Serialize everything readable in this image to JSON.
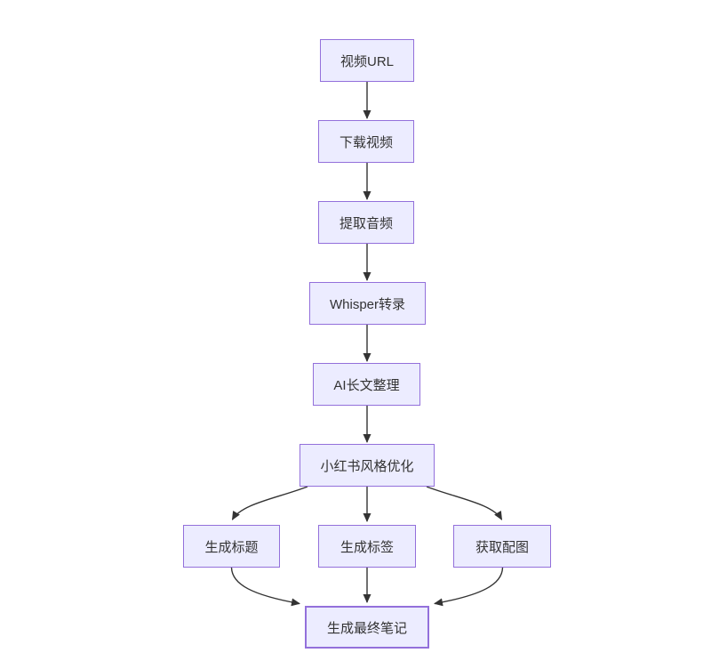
{
  "page": {
    "background": "#ffffff"
  },
  "colors": {
    "node_fill": "#ECECFF",
    "node_border": "#9370DB",
    "edge": "#333333",
    "text": "#333333"
  },
  "diagram": {
    "type": "flowchart",
    "direction": "top-down",
    "nodes": [
      {
        "id": "A",
        "label": "视频URL"
      },
      {
        "id": "B",
        "label": "下载视频"
      },
      {
        "id": "C",
        "label": "提取音频"
      },
      {
        "id": "D",
        "label": "Whisper转录"
      },
      {
        "id": "E",
        "label": "AI长文整理"
      },
      {
        "id": "F",
        "label": "小红书风格优化"
      },
      {
        "id": "G",
        "label": "生成标题"
      },
      {
        "id": "H",
        "label": "生成标签"
      },
      {
        "id": "I",
        "label": "获取配图"
      },
      {
        "id": "J",
        "label": "生成最终笔记"
      }
    ],
    "edges": [
      {
        "from": "A",
        "to": "B"
      },
      {
        "from": "B",
        "to": "C"
      },
      {
        "from": "C",
        "to": "D"
      },
      {
        "from": "D",
        "to": "E"
      },
      {
        "from": "E",
        "to": "F"
      },
      {
        "from": "F",
        "to": "G"
      },
      {
        "from": "F",
        "to": "H"
      },
      {
        "from": "F",
        "to": "I"
      },
      {
        "from": "G",
        "to": "J"
      },
      {
        "from": "H",
        "to": "J"
      },
      {
        "from": "I",
        "to": "J"
      }
    ]
  }
}
